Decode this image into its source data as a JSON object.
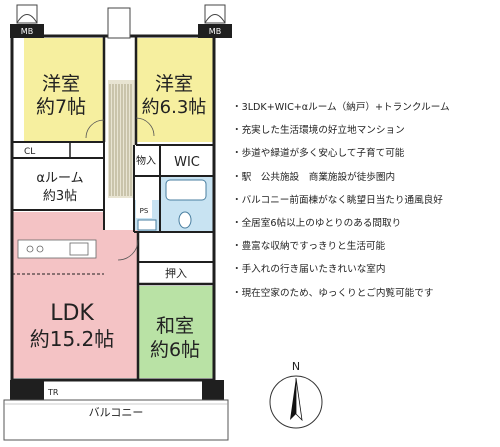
{
  "floorplan": {
    "rooms": {
      "western1": {
        "line1": "洋室",
        "line2": "約7帖"
      },
      "western2": {
        "line1": "洋室",
        "line2": "約6.3帖"
      },
      "alpha_room": {
        "line1": "αルーム",
        "line2": "約3帖"
      },
      "ldk": {
        "line1": "LDK",
        "line2": "約15.2帖"
      },
      "japanese": {
        "line1": "和室",
        "line2": "約6帖"
      }
    },
    "labels": {
      "mb_left": "MB",
      "mb_right": "MB",
      "cl": "CL",
      "storage_small": "物入",
      "wic": "WIC",
      "ps": "PS",
      "oshiire": "押入",
      "tr": "TR",
      "balcony": "バルコニー"
    },
    "compass": "N",
    "colors": {
      "western": "#f6ef9f",
      "ldk": "#f4c3c5",
      "japanese": "#b9e2a5",
      "wet": "#c8e3f2",
      "wall": "#1f1f1f"
    }
  },
  "features": [
    "3LDK+WIC+αルーム（納戸）+トランクルーム",
    "充実した生活環境の好立地マンション",
    "歩道や緑道が多く安心して子育て可能",
    "駅　公共施設　商業施設が徒歩圏内",
    "バルコニー前面棟がなく眺望日当たり通風良好",
    "全居室6帖以上のゆとりのある間取り",
    "豊富な収納ですっきりと生活可能",
    "手入れの行き届いたきれいな室内",
    "現在空家のため、ゆっくりとご内覧可能です"
  ]
}
